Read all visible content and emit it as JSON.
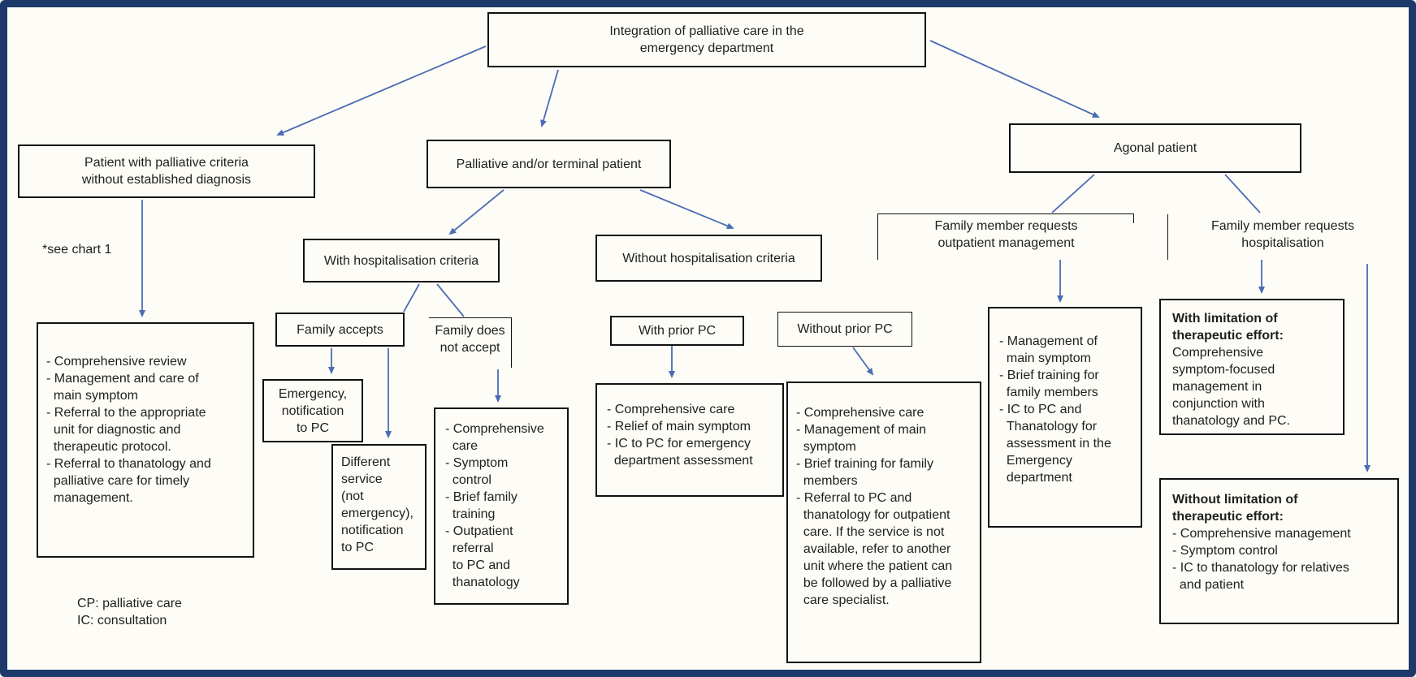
{
  "colors": {
    "frame_border": "#1d3a6a",
    "arrow": "#4a6cb3",
    "box_border": "#111111",
    "text": "#1f1f1f",
    "background": "#fdfcf6"
  },
  "nodes": {
    "title": "Integration of palliative care in the\nemergency department",
    "palliative_criteria": "Patient with palliative criteria\nwithout established diagnosis",
    "see_chart_note": "*see chart 1",
    "left_actions": "- Comprehensive review\n- Management and care of\n  main symptom\n- Referral to the appropriate\n  unit for diagnostic and\n  therapeutic protocol.\n- Referral to thanatology and\n  palliative care for timely\n  management.",
    "legend": "CP: palliative care\nIC: consultation",
    "palliative_terminal": "Palliative and/or terminal patient",
    "with_hosp": "With hospitalisation criteria",
    "without_hosp": "Without hospitalisation criteria",
    "family_accepts": "Family accepts",
    "family_not_accept": "Family does\nnot accept",
    "emergency_pc": "Emergency,\nnotification\nto PC",
    "different_service": "Different\nservice\n(not\nemergency),\nnotification\nto PC",
    "family_not_accept_actions": "- Comprehensive\n  care\n- Symptom\n  control\n- Brief family\n  training\n- Outpatient\n  referral\n  to PC and\n  thanatology",
    "with_prior_pc": "With prior PC",
    "without_prior_pc": "Without prior PC",
    "with_prior_actions": "- Comprehensive care\n- Relief of main symptom\n- IC to PC for emergency\n  department assessment",
    "without_prior_actions": "- Comprehensive care\n- Management of main\n  symptom\n- Brief training for family\n  members\n- Referral to PC and\n  thanatology for outpatient\n  care. If the service is not\n  available, refer to another\n  unit where the patient can\n  be followed by a palliative\n  care specialist.",
    "agonal": "Agonal patient",
    "outpatient_request": "Family member requests\noutpatient management",
    "hospitalisation_request": "Family member requests\nhospitalisation",
    "outpatient_actions": "- Management of\n  main symptom\n- Brief training for\n  family members\n- IC to PC and\n  Thanatology for\n  assessment in the\n  Emergency\n  department",
    "with_limitation_title": "With limitation of\ntherapeutic effort:",
    "with_limitation_body": "Comprehensive\nsymptom-focused\nmanagement in\nconjunction with\nthanatology and PC.",
    "without_limitation_title": "Without limitation of\ntherapeutic effort:",
    "without_limitation_body": "- Comprehensive management\n- Symptom control\n- IC to thanatology for relatives\n  and patient"
  }
}
